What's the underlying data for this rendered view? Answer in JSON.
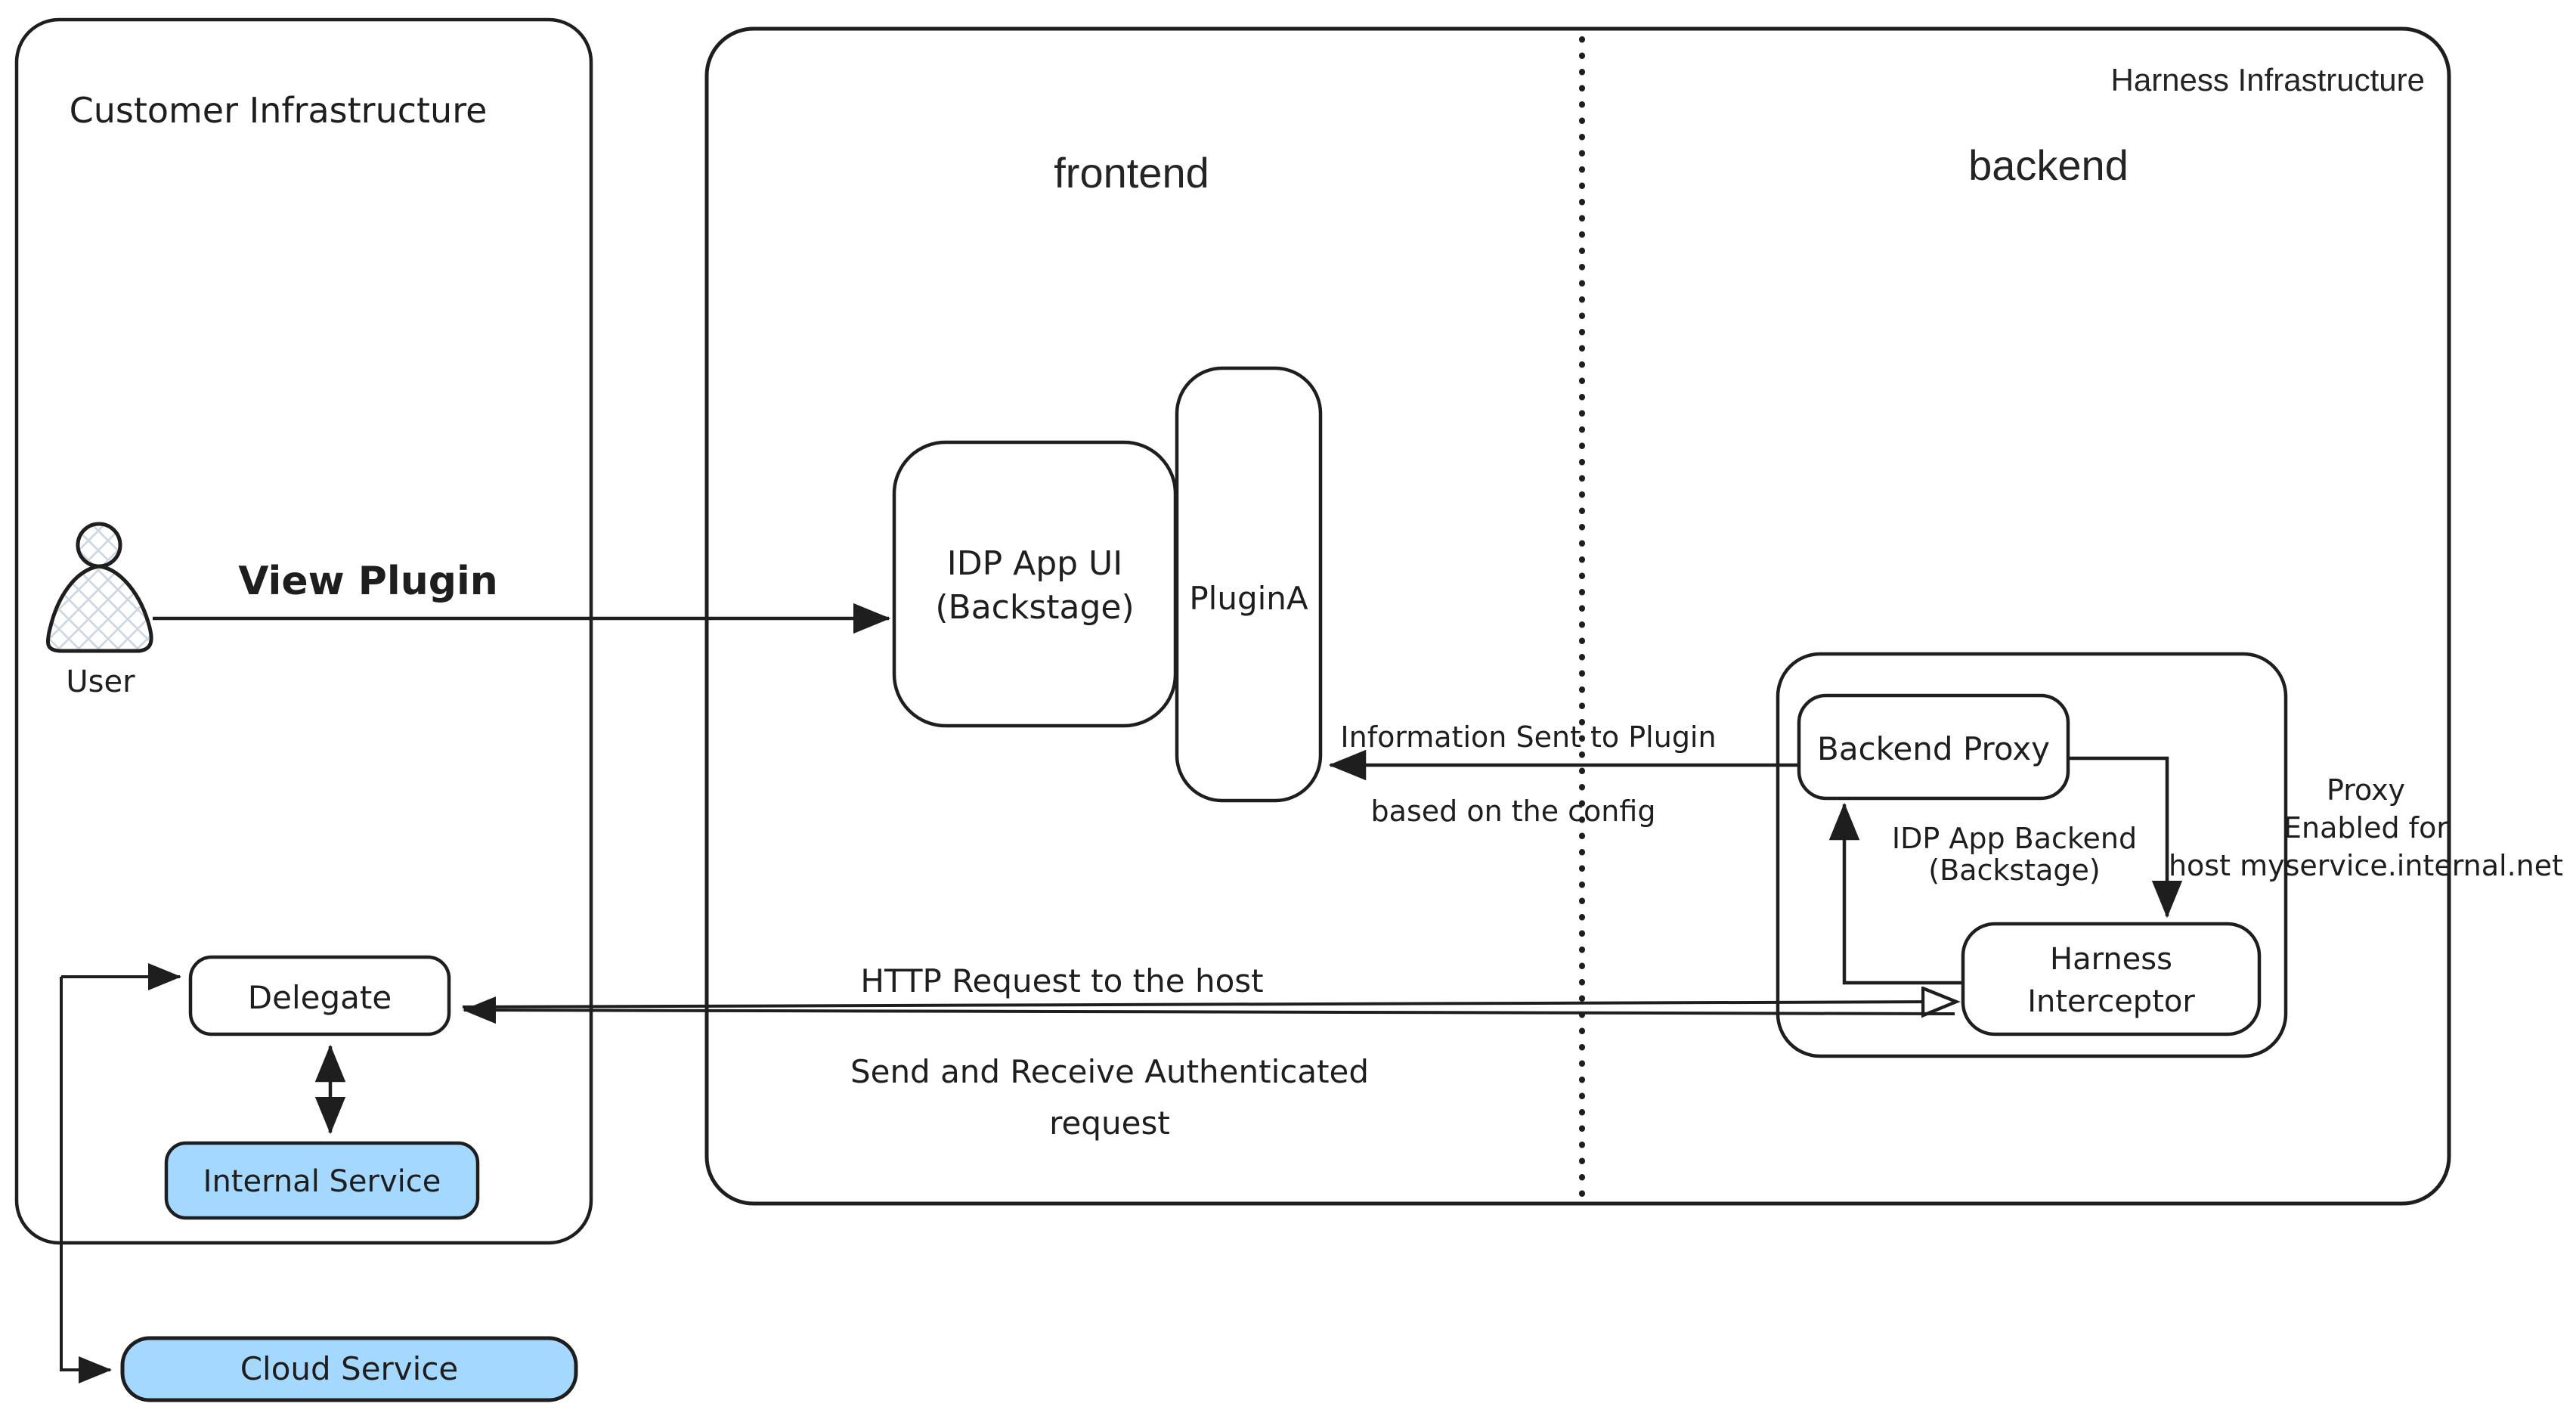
{
  "diagram": {
    "colors": {
      "background": "#ffffff",
      "stroke": "#1e1e1e",
      "service_fill_blue": "#a5d8ff",
      "hatch_fill": "#ccd7e2"
    },
    "customer": {
      "title": "Customer Infrastructure",
      "user_label": "User",
      "delegate_label": "Delegate",
      "internal_service_label": "Internal Service",
      "cloud_service_label": "Cloud Service"
    },
    "harness": {
      "title": "Harness Infrastructure",
      "frontend_section_label": "frontend",
      "backend_section_label": "backend",
      "idp_app_ui": {
        "line1": "IDP App UI",
        "line2": "(Backstage)"
      },
      "plugin_a_label": "PluginA",
      "idp_app_backend": {
        "line1": "IDP App Backend",
        "line2": "(Backstage)"
      },
      "backend_proxy_label": "Backend Proxy",
      "harness_interceptor": {
        "line1": "Harness",
        "line2": "Interceptor"
      }
    },
    "edges": {
      "view_plugin_label": "View Plugin",
      "info_sent": {
        "line1": "Information Sent to Plugin",
        "line2": "based on the config"
      },
      "http_request_label": "HTTP Request to the host",
      "auth_request": {
        "line1": "Send and Receive Authenticated",
        "line2": "request"
      },
      "proxy_enabled": {
        "line1": "Proxy",
        "line2": "Enabled for",
        "line3": "host myservice.internal.net"
      }
    }
  }
}
